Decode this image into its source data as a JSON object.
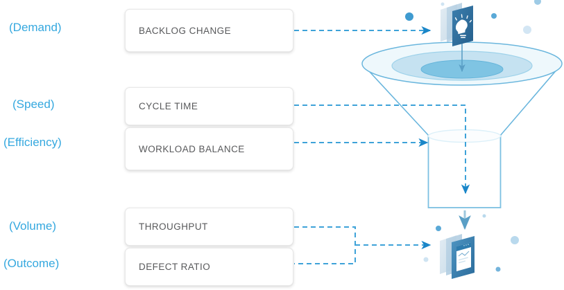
{
  "diagram": {
    "title": "Metrics funnel diagram",
    "colors": {
      "label_blue": "#35a8df",
      "dash_blue": "#3da2d8",
      "box_text": "#58595b",
      "funnel_outline": "#6ab6dd",
      "funnel_ring_outer": "#eaf6fb",
      "funnel_ring_mid": "#c5e2f1",
      "funnel_ring_inner": "#7fc4e3",
      "icon_dark": "#2e6f9f",
      "icon_mid": "#4a8fbf",
      "icon_light": "#cfe3ee"
    },
    "rows": [
      {
        "category": "(Demand)",
        "metric": "BACKLOG CHANGE"
      },
      {
        "category": "(Speed)",
        "metric": "CYCLE TIME"
      },
      {
        "category": "(Efficiency)",
        "metric": "WORKLOAD BALANCE"
      },
      {
        "category": "(Volume)",
        "metric": "THROUGHPUT"
      },
      {
        "category": "(Outcome)",
        "metric": "DEFECT RATIO"
      }
    ],
    "icons": {
      "top": "lightbulb-card-icon",
      "bottom": "report-window-card-icon",
      "funnel": "funnel-icon"
    }
  }
}
